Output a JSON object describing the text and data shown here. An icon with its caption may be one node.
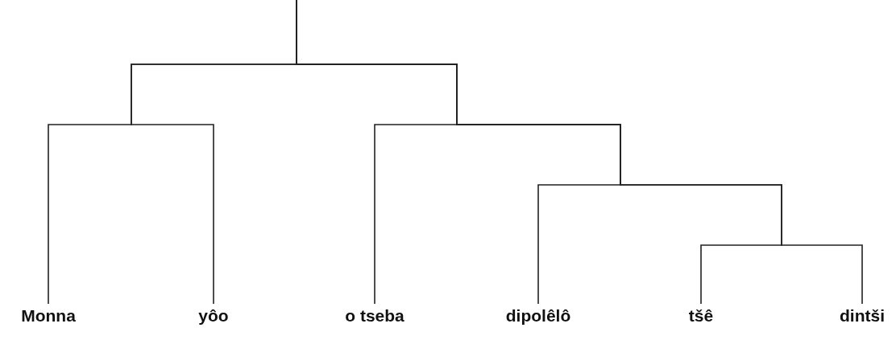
{
  "diagram": {
    "nodes": [
      {
        "text": [
          "Monna"
        ]
      },
      {
        "text": [
          "yôo"
        ]
      },
      {
        "text": [
          "o tseba"
        ]
      },
      {
        "text": [
          "dipolêlô"
        ]
      },
      {
        "text": [
          "tšê"
        ]
      },
      {
        "text": [
          "dintši"
        ]
      }
    ],
    "edges": [
      {
        "from": null,
        "to": 0,
        "arrow": "none"
      },
      {
        "from": null,
        "to": 1,
        "arrow": "none"
      },
      {
        "from": null,
        "to": 2,
        "arrow": "none"
      },
      {
        "from": null,
        "to": 3,
        "arrow": "none"
      },
      {
        "from": null,
        "to": 4,
        "arrow": "none"
      },
      {
        "from": null,
        "to": 5,
        "arrow": "none"
      }
    ]
  }
}
